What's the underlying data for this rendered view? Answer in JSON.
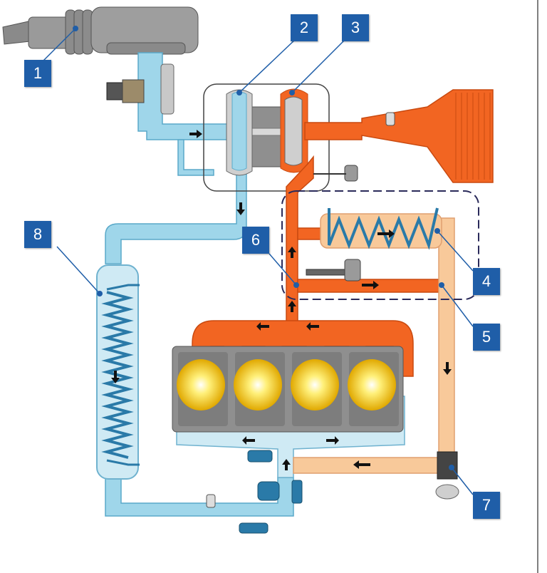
{
  "callouts": [
    {
      "id": "1",
      "label": "1"
    },
    {
      "id": "2",
      "label": "2"
    },
    {
      "id": "3",
      "label": "3"
    },
    {
      "id": "4",
      "label": "4"
    },
    {
      "id": "5",
      "label": "5"
    },
    {
      "id": "6",
      "label": "6"
    },
    {
      "id": "7",
      "label": "7"
    },
    {
      "id": "8",
      "label": "8"
    }
  ],
  "colors": {
    "intake_air": "#9fd6ea",
    "intake_air_dark": "#5aa9c9",
    "exhaust_hot": "#f26522",
    "exhaust_hot_dark": "#c94a10",
    "egr_cooled": "#f8c99a",
    "callout_box": "#1f5ea8",
    "engine_block": "#8f8f8f",
    "cylinder_glow": "#f5c518"
  }
}
